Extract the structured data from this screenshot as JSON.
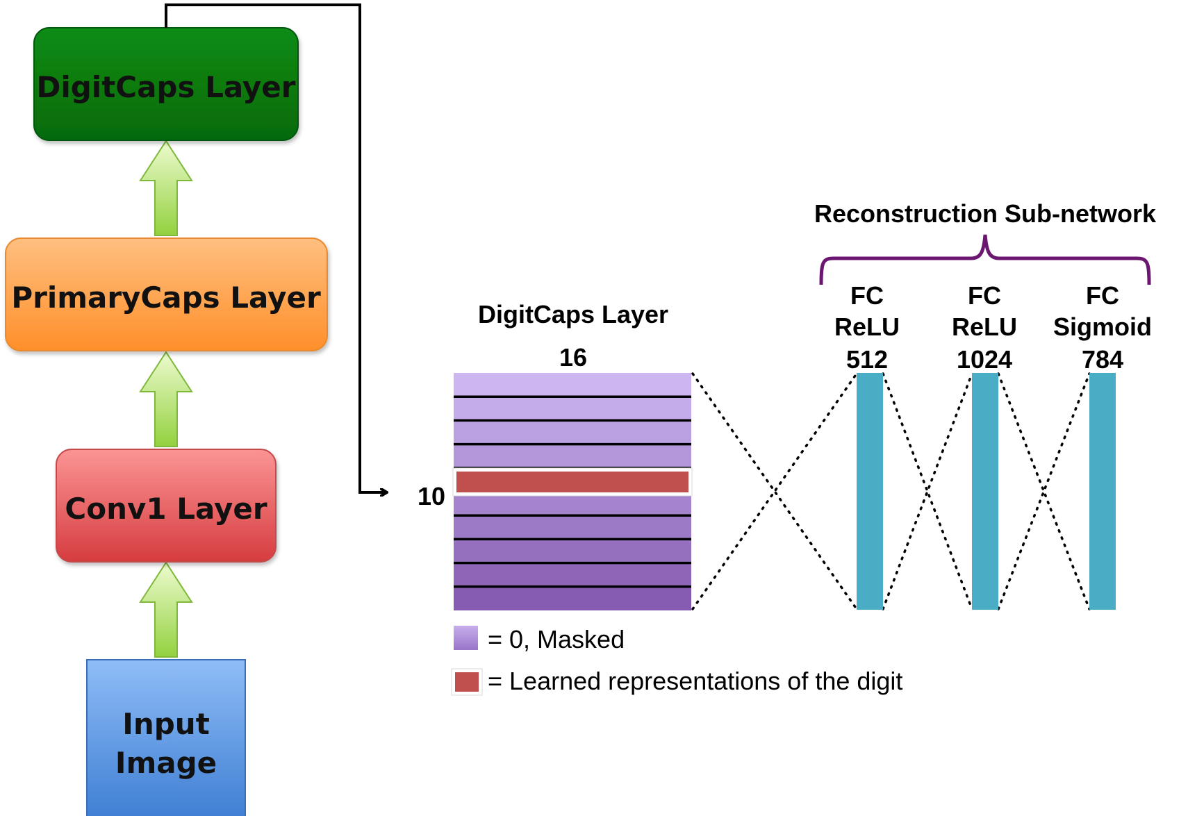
{
  "encoder": {
    "digitcaps_label": "DigitCaps Layer",
    "primarycaps_label": "PrimaryCaps Layer",
    "conv1_label": "Conv1 Layer",
    "input_label_line1": "Input",
    "input_label_line2": "Image"
  },
  "matrix": {
    "title": "DigitCaps Layer",
    "cols_label": "16",
    "rows_label": "10",
    "row_count": 10,
    "highlighted_row": 5
  },
  "reconstruction": {
    "title": "Reconstruction Sub-network",
    "layers": [
      {
        "type": "FC",
        "activation": "ReLU",
        "units": "512"
      },
      {
        "type": "FC",
        "activation": "ReLU",
        "units": "1024"
      },
      {
        "type": "FC",
        "activation": "Sigmoid",
        "units": "784"
      }
    ]
  },
  "legend": {
    "masked": "= 0, Masked",
    "learned": "= Learned representations of the digit"
  },
  "colors": {
    "digitcaps_green": "#0a7a10",
    "primarycaps_orange": "#ff9a3a",
    "conv1_red": "#e2585a",
    "input_blue": "#5c98e8",
    "arrow_green": "#a5dc55",
    "matrix_purple_top": "#c9b1ee",
    "matrix_purple_bottom": "#8a63b6",
    "learned_red": "#c0504d",
    "fc_cyan": "#4bacc6",
    "brace_purple": "#6b1670"
  }
}
